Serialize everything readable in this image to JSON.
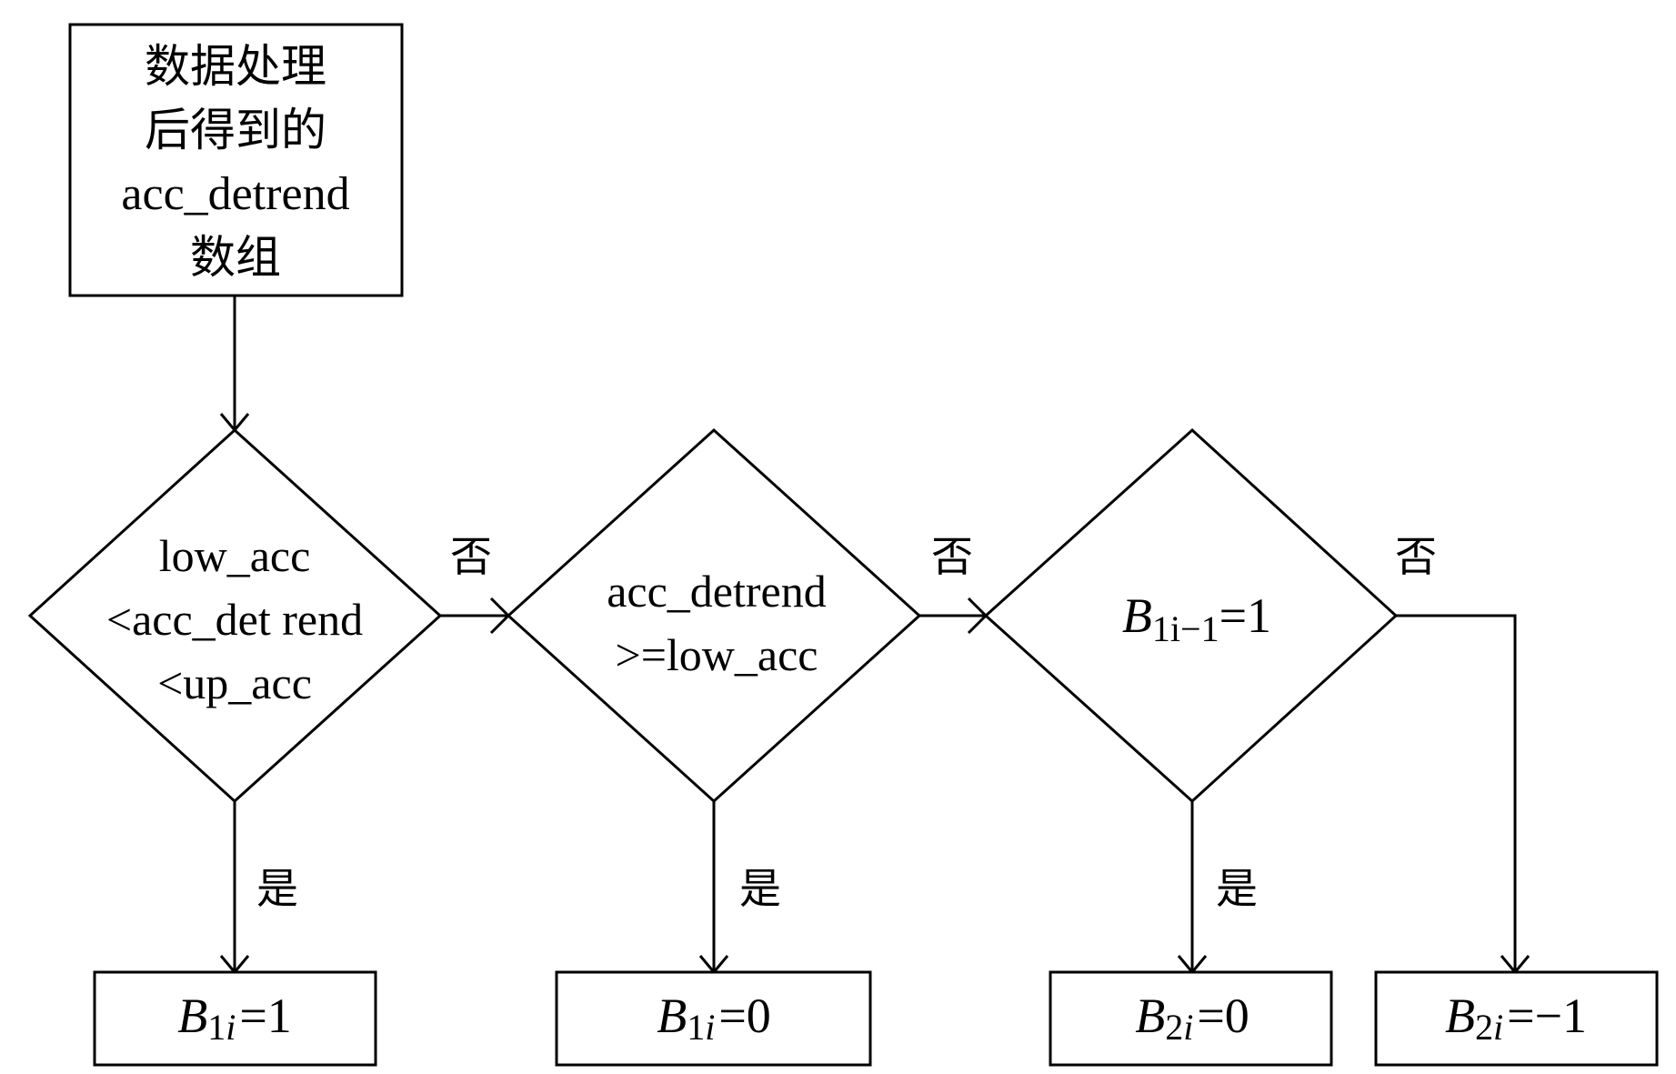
{
  "diagram": {
    "type": "flowchart",
    "start": {
      "lines": [
        "数据处理",
        "后得到的",
        "acc_detrend",
        "数组"
      ]
    },
    "decisions": [
      {
        "id": "d1",
        "lines": [
          "low_acc",
          "<acc_det rend",
          "<up_acc"
        ]
      },
      {
        "id": "d2",
        "lines": [
          "acc_detrend",
          ">=low_acc"
        ]
      },
      {
        "id": "d3",
        "var": "B",
        "sub": "1i−1",
        "rhs": "=1"
      }
    ],
    "outcomes": [
      {
        "id": "o1",
        "var": "B",
        "sub_num": "1",
        "sub_it": "i",
        "rhs": "=1"
      },
      {
        "id": "o2",
        "var": "B",
        "sub_num": "1",
        "sub_it": "i",
        "rhs": "=0"
      },
      {
        "id": "o3",
        "var": "B",
        "sub_num": "2",
        "sub_it": "i",
        "rhs": "=0"
      },
      {
        "id": "o4",
        "var": "B",
        "sub_num": "2",
        "sub_it": "i",
        "rhs": "=−1"
      }
    ],
    "edge_labels": {
      "no": "否",
      "yes": "是"
    },
    "edges": [
      {
        "from": "start",
        "to": "d1",
        "label": ""
      },
      {
        "from": "d1",
        "to": "o1",
        "label": "是"
      },
      {
        "from": "d1",
        "to": "d2",
        "label": "否"
      },
      {
        "from": "d2",
        "to": "o2",
        "label": "是"
      },
      {
        "from": "d2",
        "to": "d3",
        "label": "否"
      },
      {
        "from": "d3",
        "to": "o3",
        "label": "是"
      },
      {
        "from": "d3",
        "to": "o4",
        "label": "否"
      }
    ]
  }
}
